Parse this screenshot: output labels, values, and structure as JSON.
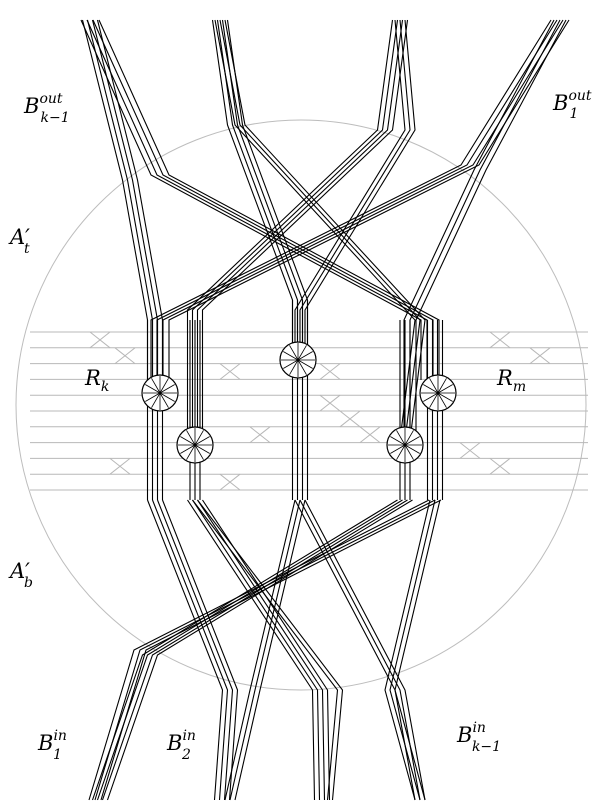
{
  "labels": {
    "b_out_left": {
      "base": "B",
      "sup": "out",
      "sub": "k−1"
    },
    "b_out_right": {
      "base": "B",
      "sup": "out",
      "sub": "1"
    },
    "a_top": {
      "base": "A",
      "prime": "′",
      "sub": "t"
    },
    "a_bottom": {
      "base": "A",
      "prime": "′",
      "sub": "b"
    },
    "r_left": {
      "base": "R",
      "sub": "k"
    },
    "r_right": {
      "base": "R",
      "sub": "m"
    },
    "b_in_1": {
      "base": "B",
      "sup": "in",
      "sub": "1"
    },
    "b_in_2": {
      "base": "B",
      "sup": "in",
      "sub": "2"
    },
    "b_in_k": {
      "base": "B",
      "sup": "in",
      "sub": "k−1"
    }
  },
  "colors": {
    "ink": "#000000",
    "grid": "#b8b8b8",
    "background": "#ffffff"
  }
}
